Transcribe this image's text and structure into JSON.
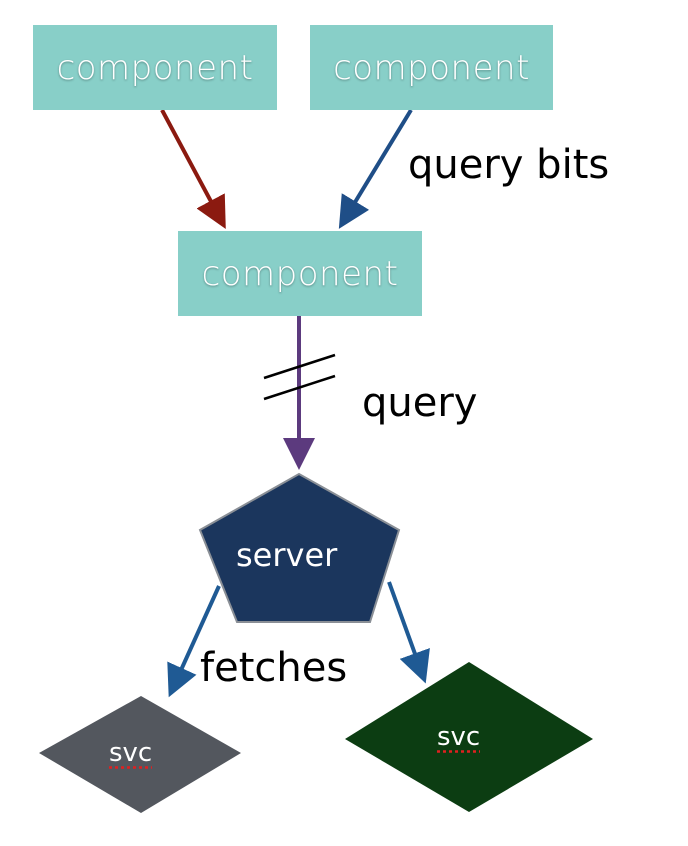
{
  "nodes": {
    "component_left": {
      "label": "component",
      "color": "#88cfc8"
    },
    "component_right": {
      "label": "component",
      "color": "#88cfc8"
    },
    "component_middle": {
      "label": "component",
      "color": "#88cfc8"
    },
    "server": {
      "label": "server",
      "color": "#1b365d"
    },
    "svc_left": {
      "label": "svc",
      "color": "#53575e"
    },
    "svc_right": {
      "label": "svc",
      "color": "#0c3d12"
    }
  },
  "edges": {
    "left_to_middle": {
      "color": "#8b1a10"
    },
    "right_to_middle": {
      "color": "#1f4e87"
    },
    "middle_to_server": {
      "color": "#5c3a7e"
    },
    "server_to_svc_left": {
      "color": "#1f5a94"
    },
    "server_to_svc_right": {
      "color": "#1f5a94"
    }
  },
  "labels": {
    "query_bits": "query bits",
    "query": "query",
    "fetches": "fetches"
  }
}
